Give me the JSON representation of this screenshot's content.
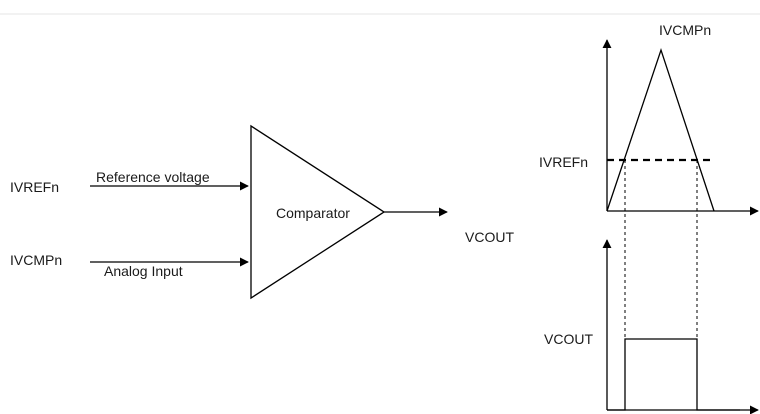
{
  "labels": {
    "ivrefn_input": "IVREFn",
    "ivcmpn_input": "IVCMPn",
    "reference_voltage": "Reference voltage",
    "analog_input": "Analog Input",
    "comparator": "Comparator",
    "vcout_output": "VCOUT",
    "ivcmpn_graph": "IVCMPn",
    "ivrefn_graph": "IVREFn",
    "vcout_graph": "VCOUT"
  },
  "colors": {
    "line": "#000000",
    "text": "#1a1a1a",
    "top_border": "#e6e6e6"
  }
}
